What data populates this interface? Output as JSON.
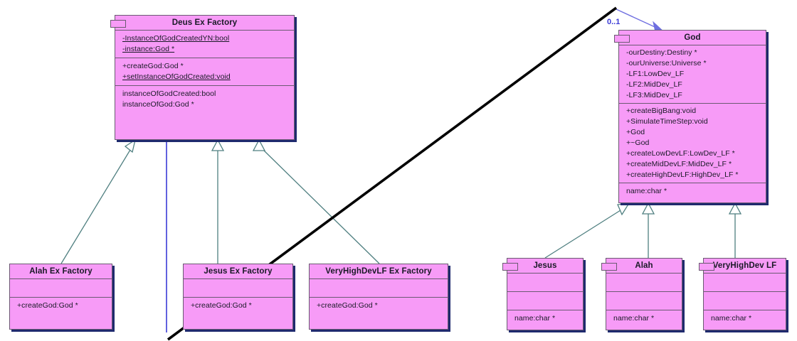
{
  "diagram": {
    "type": "uml-class-diagram",
    "background": "#ffffff",
    "class_fill": "#f79bf7",
    "class_border": "#6b5a72",
    "class_shadow": "#1f2a6e",
    "inheritance_line_color": "#4f7f80",
    "association_line_color": "#3a3ad6",
    "annotation_line_color": "#000000",
    "labels": {
      "association_multiplicity": "0..1"
    }
  },
  "classes": {
    "deus_ex_factory": {
      "title": "Deus Ex Factory",
      "attributes": [
        {
          "text": "-InstanceOfGodCreatedYN:bool",
          "static": true
        },
        {
          "text": "-instance:God *",
          "static": true
        }
      ],
      "operations": [
        {
          "text": "+createGod:God *",
          "static": false
        },
        {
          "text": "+setInstanceOfGodCreated:void",
          "static": true
        }
      ],
      "extra": [
        {
          "text": "instanceOfGodCreated:bool",
          "static": false
        },
        {
          "text": "instanceOfGod:God *",
          "static": false
        }
      ]
    },
    "god": {
      "title": "God",
      "attributes": [
        {
          "text": "-ourDestiny:Destiny *",
          "static": false
        },
        {
          "text": "-ourUniverse:Universe *",
          "static": false
        },
        {
          "text": "-LF1:LowDev_LF",
          "static": false
        },
        {
          "text": "-LF2:MidDev_LF",
          "static": false
        },
        {
          "text": "-LF3:MidDev_LF",
          "static": false
        }
      ],
      "operations": [
        {
          "text": "+createBigBang:void",
          "static": false
        },
        {
          "text": "+SimulateTimeStep:void",
          "static": false
        },
        {
          "text": "+God",
          "static": false
        },
        {
          "text": "+~God",
          "static": false
        },
        {
          "text": "+createLowDevLF:LowDev_LF *",
          "static": false
        },
        {
          "text": "+createMidDevLF:MidDev_LF *",
          "static": false
        },
        {
          "text": "+createHighDevLF:HighDev_LF *",
          "static": false
        }
      ],
      "extra": [
        {
          "text": "name:char *",
          "static": false
        }
      ]
    },
    "alah_ex_factory": {
      "title": "Alah Ex Factory",
      "attributes": [],
      "operations": [
        {
          "text": "+createGod:God *",
          "static": false
        }
      ]
    },
    "jesus_ex_factory": {
      "title": "Jesus Ex Factory",
      "attributes": [],
      "operations": [
        {
          "text": "+createGod:God *",
          "static": false
        }
      ]
    },
    "veryhighdevlf_ex_factory": {
      "title": "VeryHighDevLF Ex Factory",
      "attributes": [],
      "operations": [
        {
          "text": "+createGod:God *",
          "static": false
        }
      ]
    },
    "jesus": {
      "title": "Jesus",
      "attributes": [],
      "operations": [],
      "extra": [
        {
          "text": "name:char *",
          "static": false
        }
      ]
    },
    "alah": {
      "title": "Alah",
      "attributes": [],
      "operations": [],
      "extra": [
        {
          "text": "name:char *",
          "static": false
        }
      ]
    },
    "veryhighdev_lf": {
      "title": "VeryHighDev LF",
      "attributes": [],
      "operations": [],
      "extra": [
        {
          "text": "name:char *",
          "static": false
        }
      ]
    }
  },
  "relationships": [
    {
      "kind": "generalization",
      "from": "alah_ex_factory",
      "to": "deus_ex_factory"
    },
    {
      "kind": "generalization",
      "from": "jesus_ex_factory",
      "to": "deus_ex_factory"
    },
    {
      "kind": "generalization",
      "from": "veryhighdevlf_ex_factory",
      "to": "deus_ex_factory"
    },
    {
      "kind": "generalization",
      "from": "jesus",
      "to": "god"
    },
    {
      "kind": "generalization",
      "from": "alah",
      "to": "god"
    },
    {
      "kind": "generalization",
      "from": "veryhighdev_lf",
      "to": "god"
    },
    {
      "kind": "association",
      "from": "deus_ex_factory",
      "to": "god",
      "multiplicity": "0..1"
    },
    {
      "kind": "annotation-line",
      "from": "jesus_ex_factory",
      "to": "god"
    }
  ]
}
